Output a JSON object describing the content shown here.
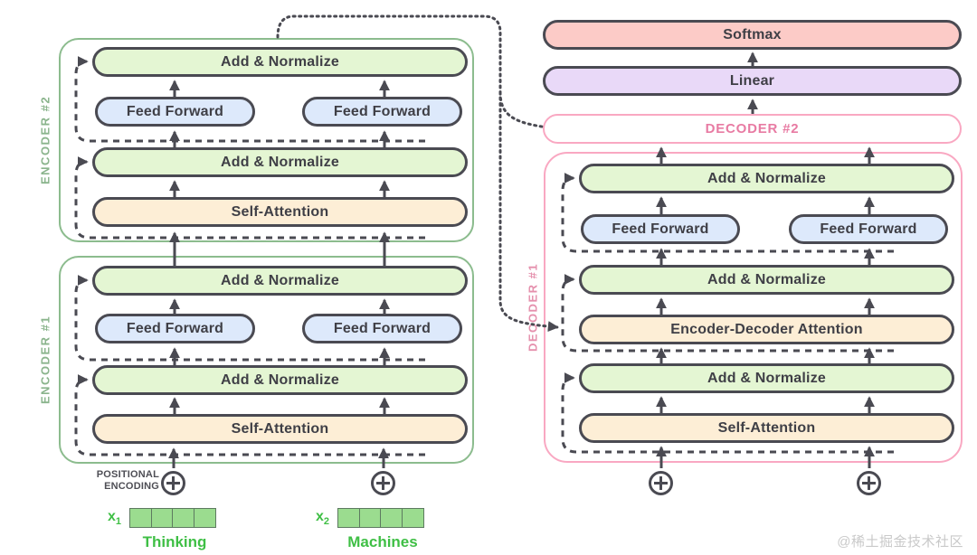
{
  "watermark": "@稀土掘金技术社区",
  "encoder2": {
    "label": "ENCODER #2",
    "add_norm_top": "Add & Normalize",
    "ff_left": "Feed Forward",
    "ff_right": "Feed Forward",
    "add_norm_bottom": "Add & Normalize",
    "self_attention": "Self-Attention"
  },
  "encoder1": {
    "label": "ENCODER #1",
    "add_norm_top": "Add & Normalize",
    "ff_left": "Feed Forward",
    "ff_right": "Feed Forward",
    "add_norm_bottom": "Add & Normalize",
    "self_attention": "Self-Attention"
  },
  "output_head": {
    "softmax": "Softmax",
    "linear": "Linear"
  },
  "decoder2": {
    "label": "DECODER #2"
  },
  "decoder1": {
    "label": "DECODER #1",
    "add_norm_top": "Add & Normalize",
    "ff_left": "Feed Forward",
    "ff_right": "Feed Forward",
    "add_norm_mid": "Add & Normalize",
    "enc_dec_attention": "Encoder-Decoder Attention",
    "add_norm_bottom": "Add & Normalize",
    "self_attention": "Self-Attention"
  },
  "positional_encoding": {
    "line1": "POSITIONAL",
    "line2": "ENCODING"
  },
  "tokens": [
    {
      "var": "x",
      "sub": "1",
      "word": "Thinking"
    },
    {
      "var": "x",
      "sub": "2",
      "word": "Machines"
    }
  ],
  "colors": {
    "pill_green": "#e4f6d3",
    "pill_blue": "#dde9fb",
    "pill_orange": "#fdeed6",
    "pill_pink": "#fccbc7",
    "pill_purple": "#e9d9f8",
    "pill_border": "#4a4a52",
    "encoder_border": "#8cbc8e",
    "decoder_border": "#f9a8c2",
    "decoder_label_text": "#e87ba3",
    "encoder_label_text": "#8ab48c",
    "connector": "#4a4a52",
    "token_green": "#3fbf45",
    "cell_fill": "#9bdc8f",
    "watermark_gray": "#c9c9c9"
  }
}
